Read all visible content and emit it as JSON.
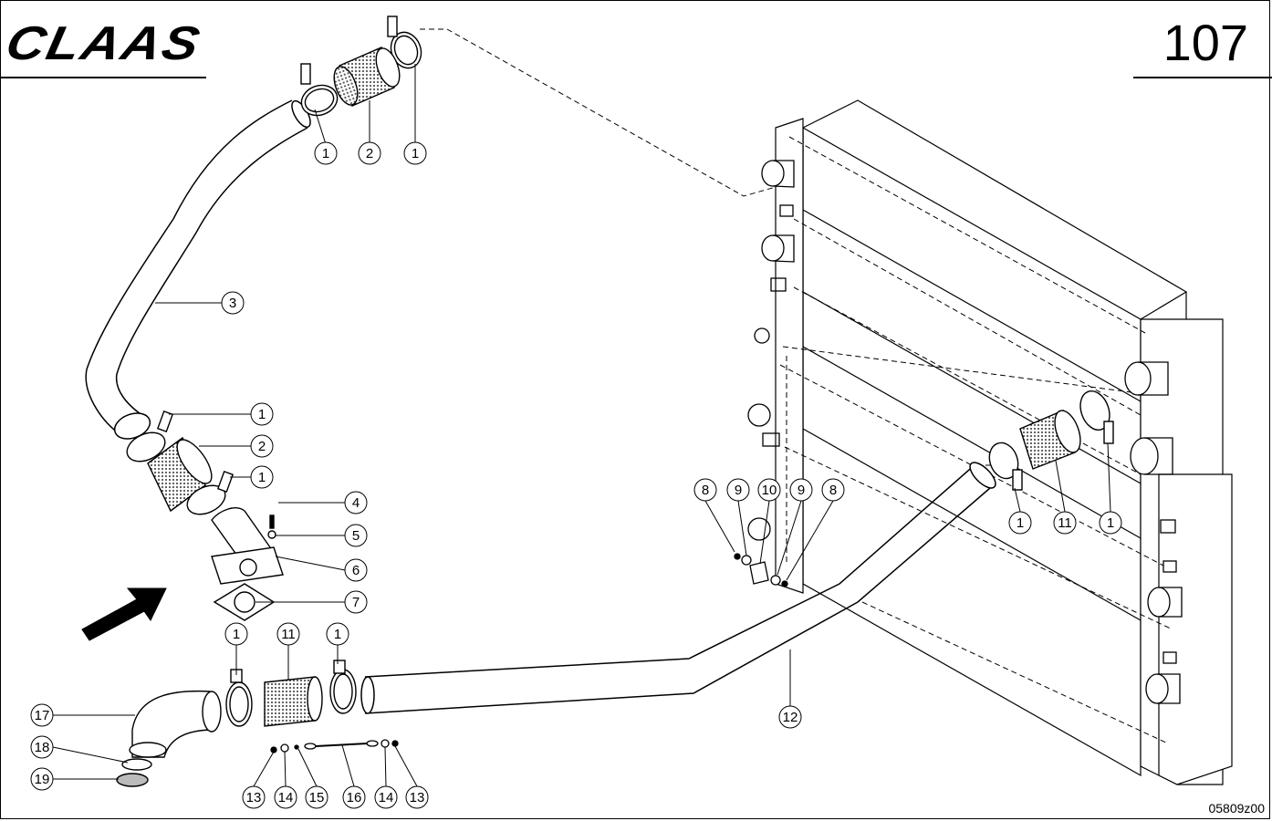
{
  "header": {
    "brand_logo": "CLAAS",
    "page_number": "107"
  },
  "footer": {
    "drawing_code": "05809z00"
  },
  "callouts": [
    {
      "label": "1"
    },
    {
      "label": "2"
    },
    {
      "label": "1"
    },
    {
      "label": "3"
    },
    {
      "label": "1"
    },
    {
      "label": "2"
    },
    {
      "label": "1"
    },
    {
      "label": "4"
    },
    {
      "label": "5"
    },
    {
      "label": "6"
    },
    {
      "label": "7"
    },
    {
      "label": "1"
    },
    {
      "label": "11"
    },
    {
      "label": "1"
    },
    {
      "label": "17"
    },
    {
      "label": "18"
    },
    {
      "label": "19"
    },
    {
      "label": "13"
    },
    {
      "label": "14"
    },
    {
      "label": "15"
    },
    {
      "label": "16"
    },
    {
      "label": "14"
    },
    {
      "label": "13"
    },
    {
      "label": "12"
    },
    {
      "label": "8"
    },
    {
      "label": "9"
    },
    {
      "label": "10"
    },
    {
      "label": "9"
    },
    {
      "label": "8"
    },
    {
      "label": "1"
    },
    {
      "label": "11"
    },
    {
      "label": "1"
    }
  ],
  "colors": {
    "line": "#000000",
    "background": "#ffffff",
    "mesh_fill": "#9a9a9a"
  }
}
